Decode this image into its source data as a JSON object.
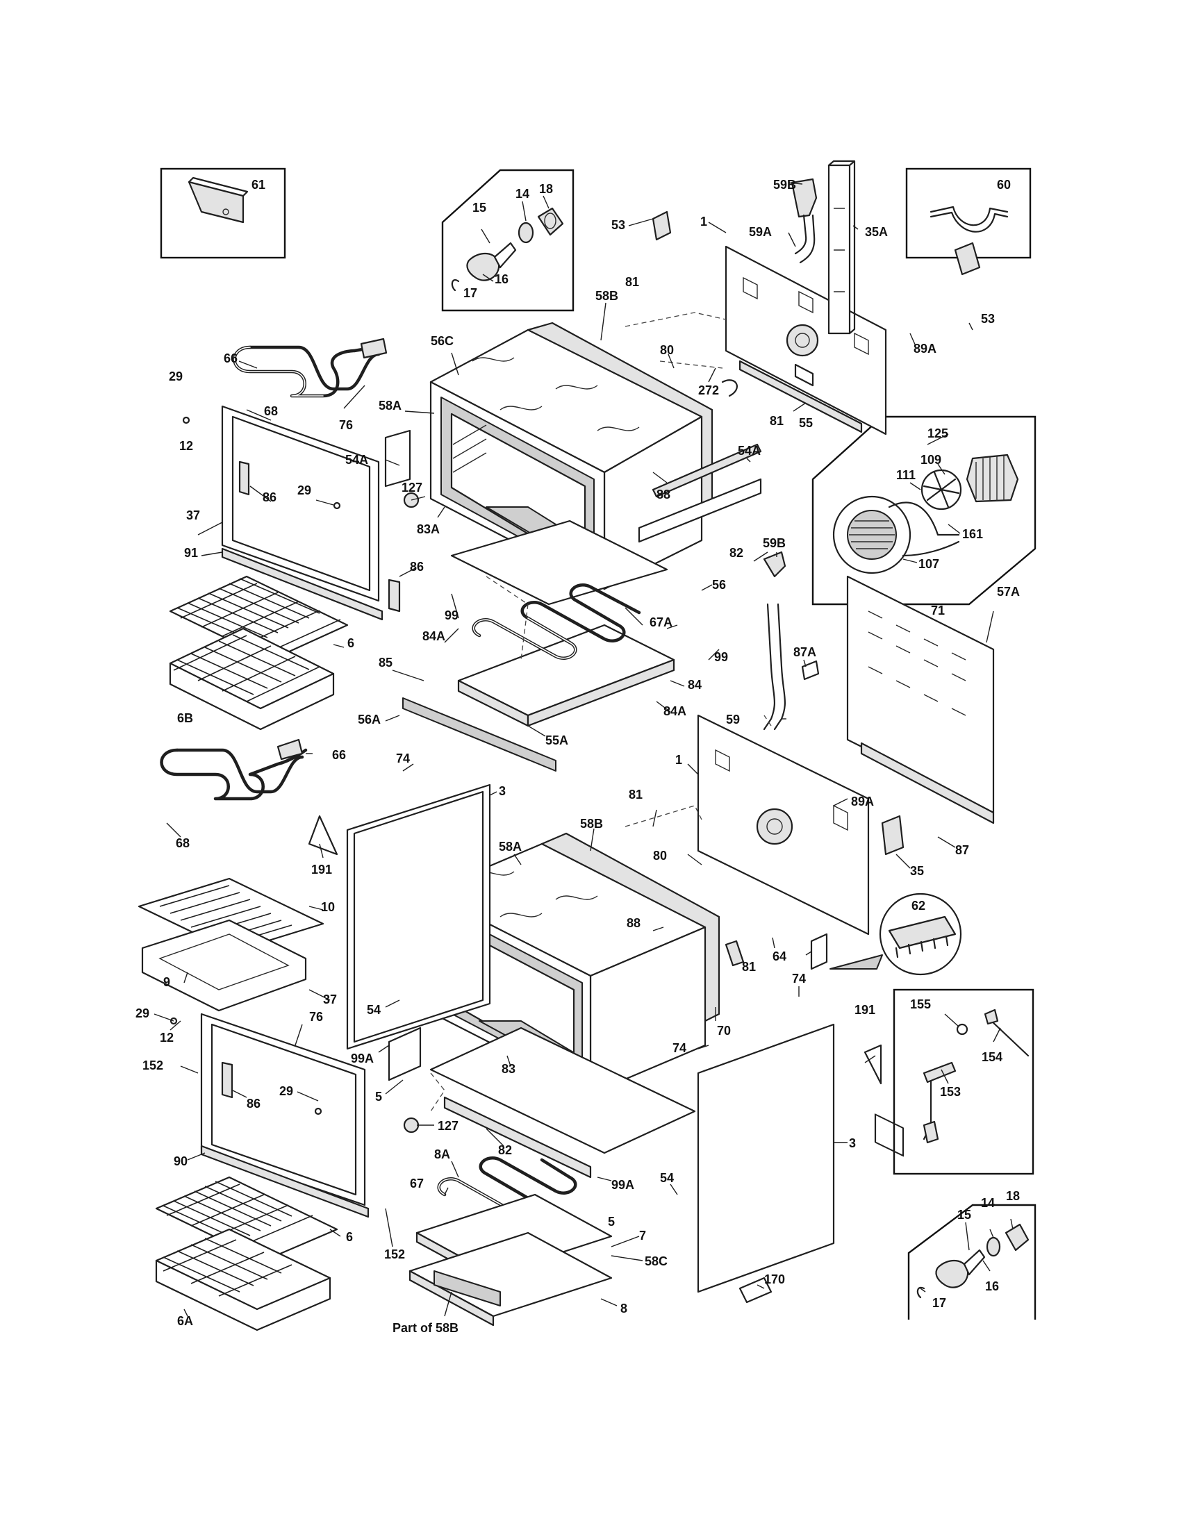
{
  "diagram": {
    "caption": "Part of 58B",
    "labels": {
      "l61": "61",
      "l60": "60",
      "l59B_top": "59B",
      "l35A": "35A",
      "l59A": "59A",
      "l1_top": "1",
      "l89A_top": "89A",
      "l53_left": "53",
      "l53_right": "53",
      "l18_top": "18",
      "l14_top": "14",
      "l15_top": "15",
      "l16_top": "16",
      "l17_top": "17",
      "l66_top": "66",
      "l29_top": "29",
      "l68_top": "68",
      "l12_top": "12",
      "l76_top": "76",
      "l58A_top": "58A",
      "l56C": "56C",
      "l58B_top": "58B",
      "l81_top": "81",
      "l80_top": "80",
      "l272": "272",
      "l81_mid": "81",
      "l55": "55",
      "l54A_left": "54A",
      "l86_top": "86",
      "l29_mid": "29",
      "l127_top": "127",
      "l83A": "83A",
      "l88_top": "88",
      "l54A_right": "54A",
      "l37_top": "37",
      "l91": "91",
      "l86_mid": "86",
      "l99_left": "99",
      "l82_top": "82",
      "l56": "56",
      "l84A_top": "84A",
      "l67A": "67A",
      "l99_right": "99",
      "l6_top": "6",
      "l85": "85",
      "l84": "84",
      "l6B": "6B",
      "l56A": "56A",
      "l84A_bot": "84A",
      "l55A": "55A",
      "l125": "125",
      "l109": "109",
      "l111": "111",
      "l161": "161",
      "l107": "107",
      "l59B_mid": "59B",
      "l71": "71",
      "l57A": "57A",
      "l87A": "87A",
      "l59": "59",
      "l89A_mid": "89A",
      "l1_mid": "1",
      "l87": "87",
      "l35": "35",
      "l66_mid": "66",
      "l74_top": "74",
      "l3_left": "3",
      "l68_mid": "68",
      "l191_left": "191",
      "l58B_mid": "58B",
      "l81_low": "81",
      "l58A_mid": "58A",
      "l80_mid": "80",
      "l10": "10",
      "l9": "9",
      "l88_mid": "88",
      "l81_right": "81",
      "l64": "64",
      "l62": "62",
      "l37_mid": "37",
      "l54_left": "54",
      "l74_right": "74",
      "l70": "70",
      "l29_low": "29",
      "l12_low": "12",
      "l76_low": "76",
      "l99A_left": "99A",
      "l74_mid": "74",
      "l191_right": "191",
      "l155": "155",
      "l154": "154",
      "l153": "153",
      "l152_top": "152",
      "l86_low": "86",
      "l29_low2": "29",
      "l5_left": "5",
      "l83": "83",
      "l127_low": "127",
      "l3_right": "3",
      "l90": "90",
      "l82_low": "82",
      "l8A": "8A",
      "l67": "67",
      "l99A_right": "99A",
      "l54_right": "54",
      "l5_right": "5",
      "l7": "7",
      "l58C": "58C",
      "l6_low": "6",
      "l152_low": "152",
      "l8": "8",
      "l6A": "6A",
      "l170": "170",
      "l18_low": "18",
      "l14_low": "14",
      "l15_low": "15",
      "l16_low": "16",
      "l17_low": "17"
    }
  }
}
